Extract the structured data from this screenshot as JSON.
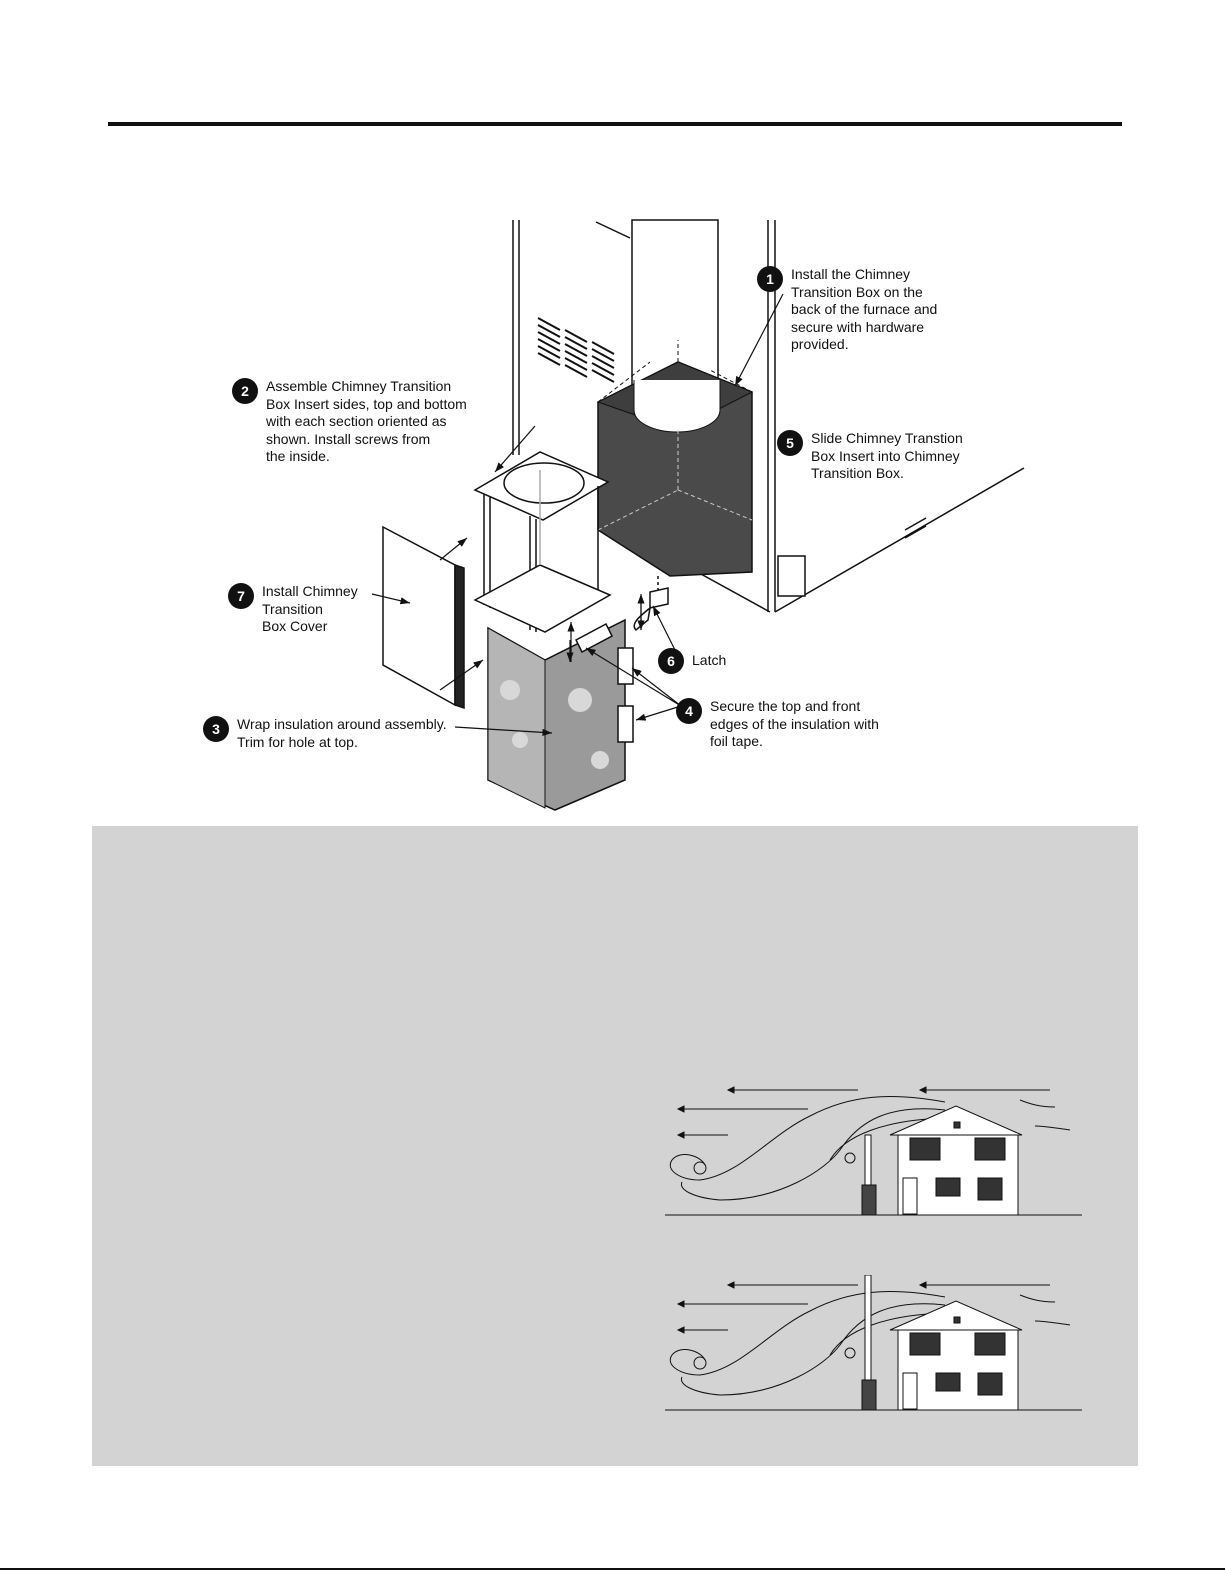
{
  "steps": [
    {
      "num": "1",
      "text": "Install the Chimney\nTransition Box on the\nback of the furnace and\nsecure with hardware\nprovided."
    },
    {
      "num": "2",
      "text": "Assemble Chimney Transition\nBox Insert sides, top and bottom\nwith each section oriented as\nshown. Install screws from\nthe inside."
    },
    {
      "num": "3",
      "text": "Wrap insulation around assembly.\nTrim for hole at top."
    },
    {
      "num": "4",
      "text": "Secure the top and front\nedges of the insulation with\nfoil tape."
    },
    {
      "num": "5",
      "text": "Slide Chimney Transtion\nBox Insert into Chimney\nTransition Box."
    },
    {
      "num": "6",
      "text": "Latch"
    },
    {
      "num": "7",
      "text": "Install Chimney\nTransition\nBox Cover"
    }
  ],
  "colors": {
    "panel": "#d3d3d3",
    "ink": "#111111",
    "box": "#4a4a4a"
  }
}
